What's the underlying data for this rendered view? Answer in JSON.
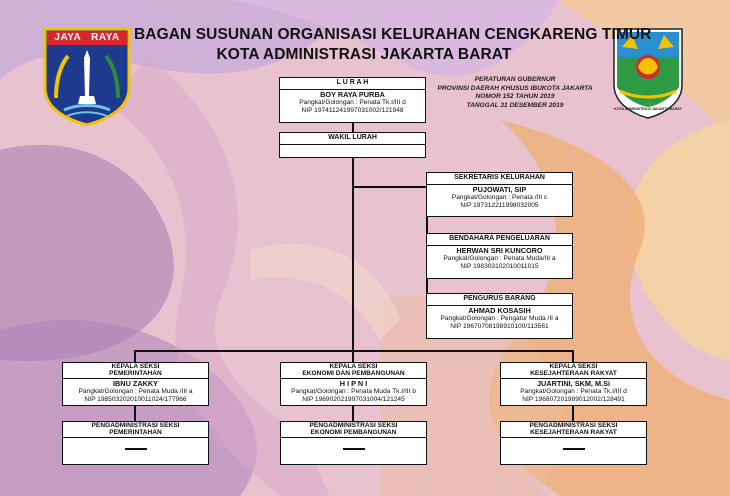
{
  "header": {
    "title_line1": "BAGAN SUSUNAN ORGANISASI KELURAHAN CENGKARENG TIMUR",
    "title_line2": "KOTA ADMINISTRASI JAKARTA BARAT"
  },
  "logo_left": {
    "text": "JAYA RAYA",
    "words": [
      "JAYA",
      "RAYA"
    ]
  },
  "logo_right": {
    "text": "KOTA ADMINISTRASI JAKARTA BARAT"
  },
  "regulation": [
    "PERATURAN GUBERNUR",
    "PROVINSI DAERAH KHUSUS IBUKOTA JAKARTA",
    "NOMOR 152 TAHUN 2019",
    "TANGGAL 31 DESEMBER 2019"
  ],
  "lurah": {
    "title": "L U R A H",
    "name": "BOY RAYA PURBA",
    "rank": "Pangkat/Golongan : Penata Tk.I/III d",
    "nip": "NIP 197411241997031002/121948"
  },
  "wakil": {
    "title": "WAKIL LURAH"
  },
  "sekretaris": {
    "title": "SEKRETARIS KELURAHAN",
    "name": "PUJOWATI, SIP",
    "rank": "Pangkat/Golongan : Penata /III c",
    "nip": "NIP 197312211998032005"
  },
  "bendahara": {
    "title": "BENDAHARA PENGELUARAN",
    "name": "HERWAN SRI KUNCORO",
    "rank": "Pangkat/Golongan : Penata Muda/III a",
    "nip": "NIP 198303102010011015"
  },
  "pengurus": {
    "title": "PENGURUS BARANG",
    "name": "AHMAD KOSASIH",
    "rank": "Pangkat/Golongan : Pengatur Muda /II a",
    "nip": "NIP 19670708198910100/113561"
  },
  "kasi": [
    {
      "title1": "KEPALA SEKSI",
      "title2": "PEMERINTAHAN",
      "name": "IBNU ZAKKY",
      "rank": "Pangkat/Golongan : Penata Muda /III a",
      "nip": "NIP 198503202010011024/177966",
      "staff1": "PENGADMINISTRASI SEKSI",
      "staff2": "PEMERINTAHAN"
    },
    {
      "title1": "KEPALA SEKSI",
      "title2": "EKONOMI DAN PEMBANGUNAN",
      "name": "H I P N I",
      "rank": "Pangkat/Golongan : Penata Muda Tk.I/III b",
      "nip": "NIP 196902021997031004/121245",
      "staff1": "PENGADMINISTRASI SEKSI",
      "staff2": "EKONOMI PEMBANGUNAN"
    },
    {
      "title1": "KEPALA SEKSI",
      "title2": "KESEJAHTERAAN RAKYAT",
      "name": "JUARTINI, SKM, M.Si",
      "rank": "Pangkat/Golongan : Penata Tk.I/III d",
      "nip": "NIP 196807201989012002/128491",
      "staff1": "PENGADMINISTRASI SEKSI",
      "staff2": "KESEJAHTERAAN RAKYAT"
    }
  ],
  "colors": {
    "bg_lavender": "#c9a9d0",
    "bg_peach": "#f4c79e",
    "bg_orange": "#e79a5a",
    "bg_purple": "#a777b3",
    "line": "#111111"
  }
}
